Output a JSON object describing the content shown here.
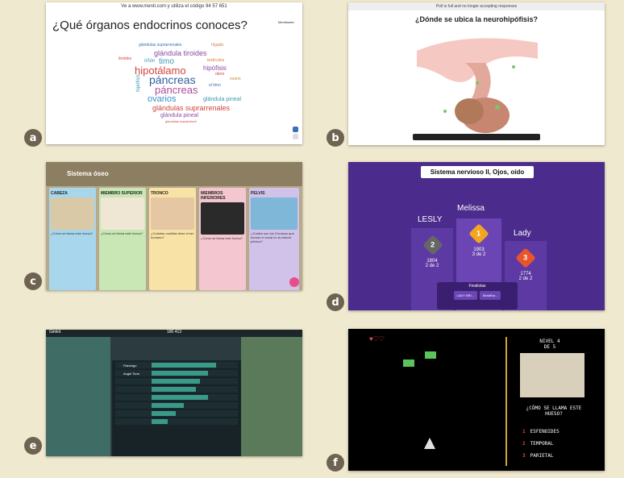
{
  "panel_a": {
    "label": "a",
    "top_text": "Ve a www.menti.com y utiliza el código 94 57 651",
    "title": "¿Qué órganos endocrinos conoces?",
    "brand": "Mentimeter",
    "words": [
      "glándulas suprarrenales",
      "hígado",
      "glándula tiroides",
      "timo",
      "hipotálamo",
      "hipófisis",
      "páncreas",
      "páncreas",
      "ovarios",
      "glándula pineal",
      "glándulas suprarrenales",
      "glándula pineal",
      "tiroides",
      "testículos",
      "riñón",
      "el timo",
      "ovario",
      "útero",
      "hipófisis",
      "glandulas suprarrenal"
    ]
  },
  "panel_b": {
    "label": "b",
    "bar_text": "Poll is full and no longer accepting responses",
    "question": "¿Dónde se ubica la neurohipófisis?"
  },
  "panel_c": {
    "label": "c",
    "board_title": "Sistema óseo",
    "columns": [
      {
        "head": "CABEZA",
        "text": "¿Cómo se llama este hueso?",
        "color": "#a8d6ec"
      },
      {
        "head": "MIEMBRO SUPERIOR",
        "text": "¿Cómo se llama este hueso?",
        "color": "#c9e7b5"
      },
      {
        "head": "TRONCO",
        "text": "¿Cuántas costillas tiene el ser humano?",
        "color": "#f8e2a5"
      },
      {
        "head": "MIEMBROS INFERIORES",
        "text": "¿Cómo se llama este hueso?",
        "color": "#f4c6cf"
      },
      {
        "head": "PELVIS",
        "text": "¿Cuáles son los 3 huesos que forman el coxal en la cintura pélvica?",
        "color": "#d1c2ea"
      }
    ]
  },
  "panel_d": {
    "label": "d",
    "title": "Sistema nervioso II, Ojos, oído",
    "first": {
      "name": "Melissa",
      "rank": "1",
      "score": "1903",
      "detail": "3 de 2"
    },
    "second": {
      "name": "LESLY",
      "rank": "2",
      "score": "1804",
      "detail": "2 de 2"
    },
    "third": {
      "name": "Lady",
      "rank": "3",
      "score": "1774",
      "detail": "2 de 2"
    },
    "finalists_label": "Finalistas",
    "finalist_1": "LADY BRI...",
    "finalist_2": "BellaRor..."
  },
  "panel_e": {
    "label": "e",
    "top_left": "Gimkit",
    "score": "180 413",
    "rows": [
      "Flamingo",
      "Angel Tone",
      "",
      "",
      "",
      "",
      "",
      ""
    ]
  },
  "panel_f": {
    "label": "f",
    "level": "NIVEL 4",
    "of": "DE 5",
    "question": "¿CÓMO SE LLAMA ESTE HUESO?",
    "answers": [
      {
        "n": "1",
        "t": "ESFENOIDES"
      },
      {
        "n": "2",
        "t": "TEMPORAL"
      },
      {
        "n": "3",
        "t": "PARIETAL"
      }
    ],
    "hearts": "♥♡♡"
  }
}
